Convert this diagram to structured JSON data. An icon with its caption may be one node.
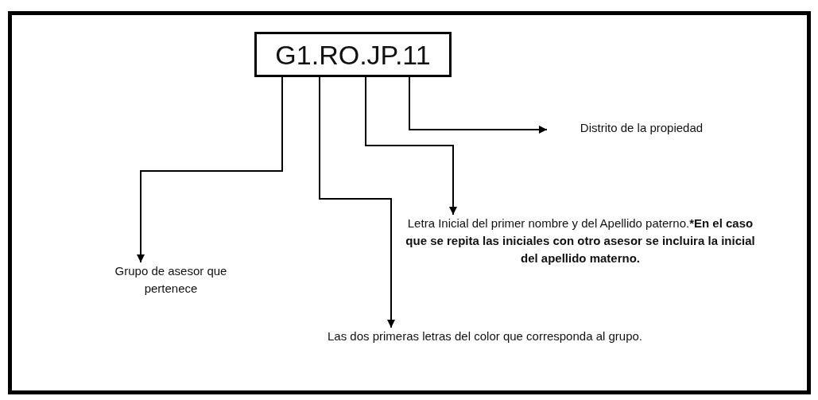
{
  "diagram": {
    "nodes": [
      {
        "text": [
          "G1.RO.JP.11"
        ]
      },
      {
        "text": [
          "Distrito de la propiedad"
        ]
      },
      {
        "text": [
          "Letra Inicial del primer nombre y del Apellido paterno.",
          "*En el caso que se repita las iniciales con otro asesor se incluira la inicial del apellido materno."
        ]
      },
      {
        "text": [
          "Grupo de asesor que pertenece"
        ]
      },
      {
        "text": [
          "Las dos primeras letras del color que corresponda al grupo."
        ]
      }
    ],
    "edges": [
      {
        "from": 0,
        "to": 3,
        "arrow": "to"
      },
      {
        "from": 0,
        "to": 4,
        "arrow": "to"
      },
      {
        "from": 0,
        "to": 2,
        "arrow": "to"
      },
      {
        "from": 0,
        "to": 1,
        "arrow": "to"
      }
    ]
  }
}
